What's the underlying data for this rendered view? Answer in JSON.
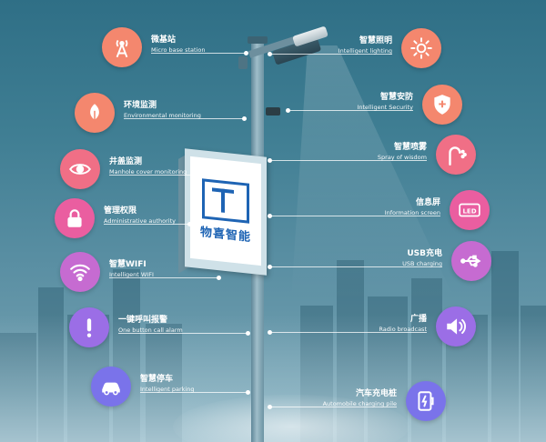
{
  "diagram": {
    "screen_logo": "物喜智能",
    "items_left": [
      {
        "id": "micro-base-station",
        "zh": "微基站",
        "en": "Micro base station",
        "color": "#f4876e",
        "icon": "tower-icon"
      },
      {
        "id": "environmental-monitoring",
        "zh": "环境监测",
        "en": "Environmental monitoring",
        "color": "#f4876e",
        "icon": "leaf-icon"
      },
      {
        "id": "manhole-cover-monitoring",
        "zh": "井盖监测",
        "en": "Manhole cover monitoring",
        "color": "#f06f86",
        "icon": "eye-icon"
      },
      {
        "id": "administrative-authority",
        "zh": "管理权限",
        "en": "Administrative authority",
        "color": "#ea5ea0",
        "icon": "lock-icon"
      },
      {
        "id": "intelligent-wifi",
        "zh": "智慧WIFI",
        "en": "Intelligent WIFI",
        "color": "#c66bd1",
        "icon": "wifi-icon"
      },
      {
        "id": "one-button-call-alarm",
        "zh": "一键呼叫报警",
        "en": "One button call alarm",
        "color": "#9b6ee6",
        "icon": "exclamation-icon"
      },
      {
        "id": "intelligent-parking",
        "zh": "智慧停车",
        "en": "Intelligent parking",
        "color": "#7a73ea",
        "icon": "car-icon"
      }
    ],
    "items_right": [
      {
        "id": "intelligent-lighting",
        "zh": "智慧照明",
        "en": "Intelligent lighting",
        "color": "#f4876e",
        "icon": "sun-icon"
      },
      {
        "id": "intelligent-security",
        "zh": "智慧安防",
        "en": "Intelligent Security",
        "color": "#f4876e",
        "icon": "shield-icon"
      },
      {
        "id": "spray-of-wisdom",
        "zh": "智慧喷雾",
        "en": "Spray of wisdom",
        "color": "#f06f86",
        "icon": "spray-icon"
      },
      {
        "id": "information-screen",
        "zh": "信息屏",
        "en": "Information screen",
        "color": "#ea5ea0",
        "icon": "led-icon"
      },
      {
        "id": "usb-charging",
        "zh": "USB充电",
        "en": "USB charging",
        "color": "#c66bd1",
        "icon": "usb-icon"
      },
      {
        "id": "radio-broadcast",
        "zh": "广播",
        "en": "Radio broadcast",
        "color": "#9b6ee6",
        "icon": "speaker-icon"
      },
      {
        "id": "automobile-charging-pile",
        "zh": "汽车充电桩",
        "en": "Automobile charging pile",
        "color": "#7a73ea",
        "icon": "charger-icon"
      }
    ]
  }
}
